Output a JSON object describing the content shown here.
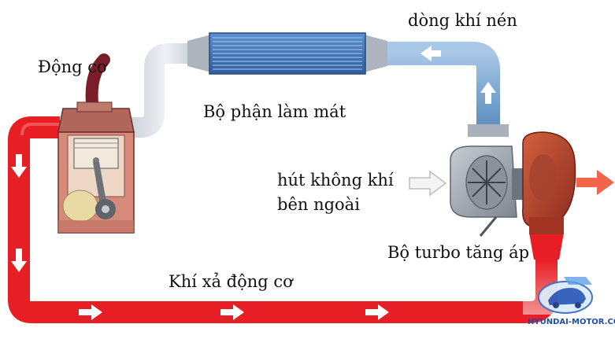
{
  "labels": {
    "engine": "Động cơ",
    "compressed_air": "dòng khí nén",
    "cooler": "Bộ phận làm mát",
    "intake_line1": "hút không khí",
    "intake_line2": "bên ngoài",
    "turbo": "Bộ turbo tăng áp",
    "exhaust": "Khí xả động cơ"
  },
  "watermark": "HYUNDAI-MOTOR.COM.VN",
  "colors": {
    "exhaust_pipe": "#e81e25",
    "intake_pipe": "#7ea9d3",
    "cooler_body": "#3c72b4",
    "turbo_housing": "#9a9faa",
    "turbine_housing": "#b8402c",
    "arrow": "#ffffff",
    "outside_arrow": "#f4f4f4",
    "exit_arrow": "#f2654a"
  }
}
